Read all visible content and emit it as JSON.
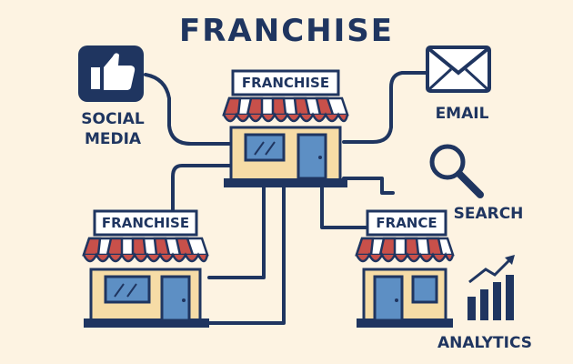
{
  "title": "FRANCHISE",
  "stores": [
    {
      "sign": "FRANCHISE"
    },
    {
      "sign": "FRANCHISE"
    },
    {
      "sign": "FRANCE"
    }
  ],
  "channels": {
    "social_media": {
      "label_line1": "SOCIAL",
      "label_line2": "MEDIA",
      "icon": "thumbs-up-icon"
    },
    "email": {
      "label": "EMAIL",
      "icon": "envelope-icon"
    },
    "search": {
      "label": "SEARCH",
      "icon": "magnifier-icon"
    },
    "analytics": {
      "label": "ANALYTICS",
      "icon": "bar-chart-icon"
    }
  },
  "colors": {
    "navy": "#1f3560",
    "background": "#fdf3e2",
    "awning_red": "#c8504a",
    "store_wall": "#f6dca6",
    "window_blue": "#5d8fc4"
  }
}
